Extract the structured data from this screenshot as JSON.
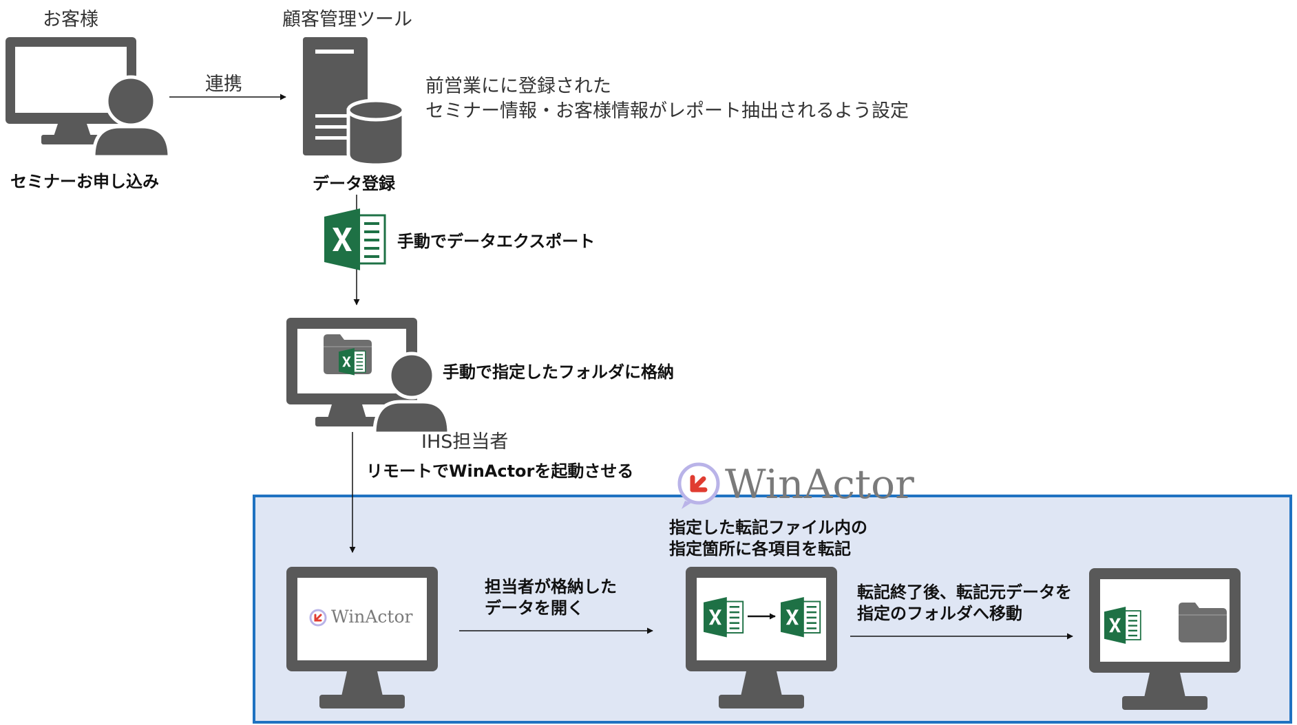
{
  "colors": {
    "icon_gray": "#595959",
    "excel_green": "#1e7145",
    "box_fill": "#dfe6f4",
    "box_border": "#1f72c1",
    "logo_red": "#e03c31",
    "logo_ring": "#b9b3e8"
  },
  "customer": {
    "heading": "お客様",
    "caption": "セミナーお申し込み",
    "icon": "monitor-user-icon"
  },
  "link_label": "連携",
  "crm": {
    "heading": "顧客管理ツール",
    "caption": "データ登録",
    "icon": "server-database-icon"
  },
  "crm_note": {
    "line1": "前営業にに登録された",
    "line2": "セミナー情報・お客様情報がレポート抽出されるよう設定"
  },
  "export_label": "手動でデータエクスポート",
  "store_label": "手動で指定したフォルダに格納",
  "staff_label": "IHS担当者",
  "remote_label": "リモートでWinActorを起動させる",
  "winactor_logo": "WinActor",
  "step_open": "担当者が格納した\nデータを開く",
  "step_transcribe": "指定した転記ファイル内の\n指定箇所に各項目を転記",
  "step_move": "転記終了後、転記元データを\n指定のフォルダへ移動"
}
